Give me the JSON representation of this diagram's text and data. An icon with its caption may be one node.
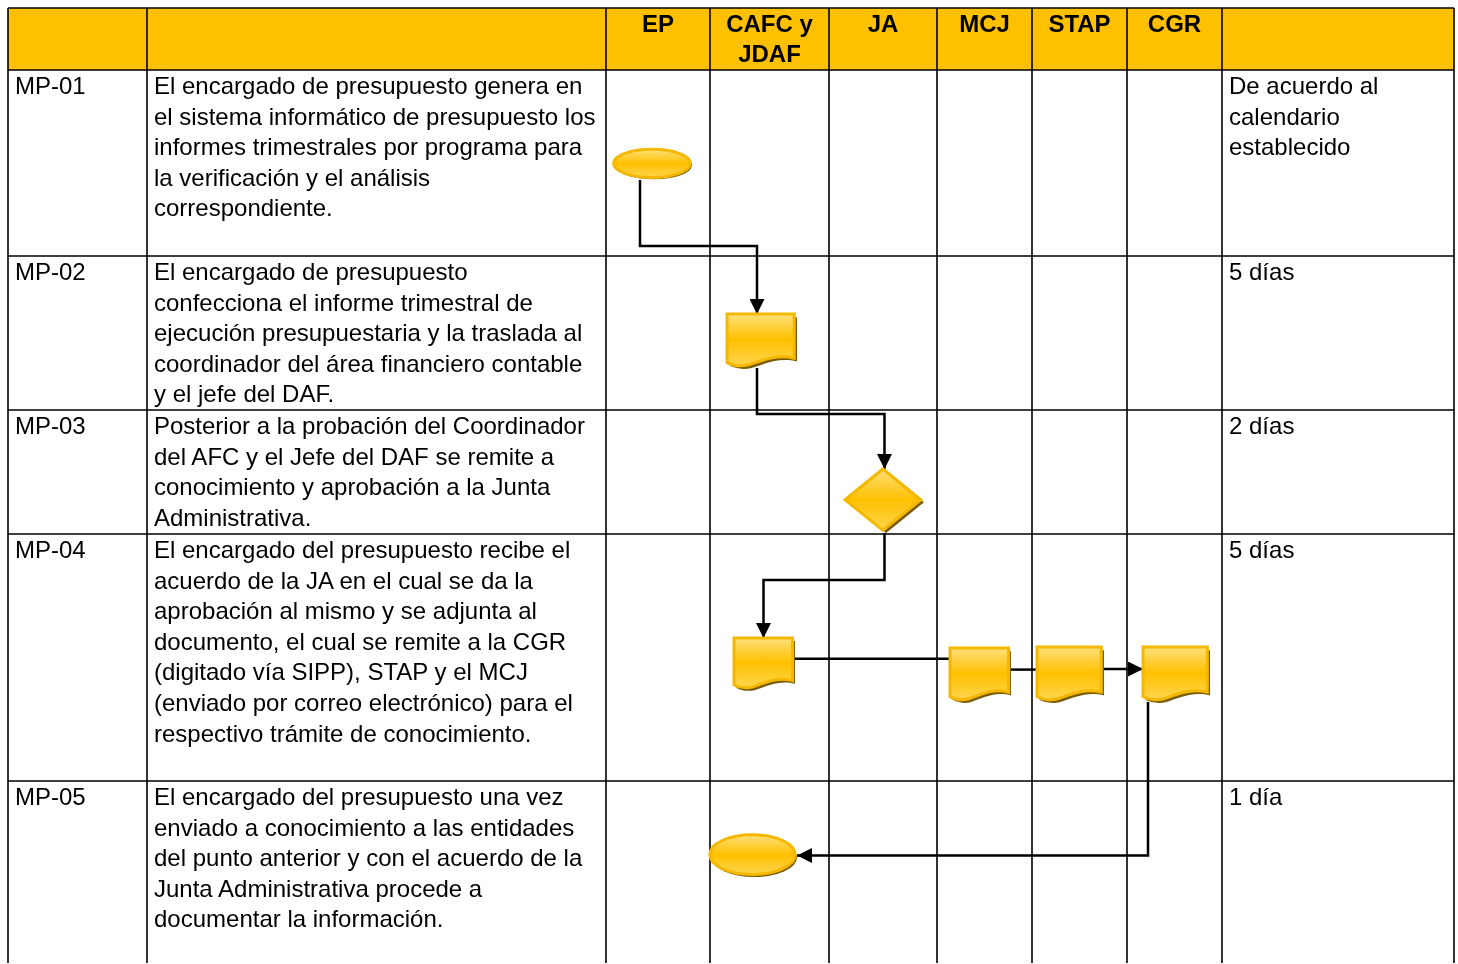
{
  "diagram": {
    "nodes": [
      {
        "text": [],
        "shape": "ellipse"
      },
      {
        "text": [],
        "shape": "document"
      },
      {
        "text": [],
        "shape": "diamond"
      },
      {
        "text": [],
        "shape": "document"
      },
      {
        "text": [],
        "shape": "document"
      },
      {
        "text": [],
        "shape": "document"
      },
      {
        "text": [],
        "shape": "document"
      },
      {
        "text": [],
        "shape": "ellipse"
      }
    ],
    "edges": [
      {
        "from": 0,
        "to": 1,
        "arrow": "to"
      },
      {
        "from": 1,
        "to": 2,
        "arrow": "to"
      },
      {
        "from": 2,
        "to": 3,
        "arrow": "to"
      },
      {
        "from": 3,
        "to": 4,
        "arrow": "none"
      },
      {
        "from": 4,
        "to": 5,
        "arrow": "none"
      },
      {
        "from": 5,
        "to": 6,
        "arrow": "to"
      },
      {
        "from": 6,
        "to": 7,
        "arrow": "to"
      }
    ],
    "labels": [
      "EP",
      "CAFC y JDAF",
      "JA",
      "MCJ",
      "STAP",
      "CGR",
      "MP-01",
      "El encargado de presupuesto genera en el sistema informático de presupuesto los informes trimestrales por programa para la verificación y el análisis correspondiente.",
      "De acuerdo al calendario establecido",
      "MP-02",
      "El encargado de presupuesto confecciona el informe trimestral de ejecución presupuestaria y la traslada al coordinador del área financiero contable y el jefe del DAF.",
      "5 días",
      "MP-03",
      "Posterior a la probación del Coordinador del AFC y el Jefe del DAF se remite a conocimiento y aprobación a la Junta Administrativa.",
      "2 días",
      "MP-04",
      "El encargado del presupuesto recibe el acuerdo de la JA en el cual se da la aprobación al mismo y se adjunta al documento, el cual se remite a la CGR (digitado vía SIPP), STAP y el MCJ (enviado por correo electrónico) para el respectivo trámite de conocimiento.",
      "5 días",
      "MP-05",
      "El encargado del presupuesto una vez enviado a conocimiento a las entidades del punto anterior y con el acuerdo de la Junta Administrativa procede a documentar la información.",
      "1 día"
    ]
  }
}
